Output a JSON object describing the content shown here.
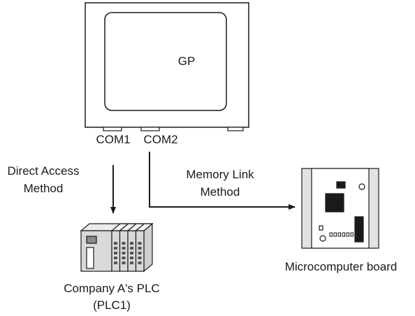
{
  "gp": {
    "label": "GP",
    "ports": {
      "com1": "COM1",
      "com2": "COM2"
    }
  },
  "connections": {
    "direct_access": {
      "line1": "Direct Access",
      "line2": "Method"
    },
    "memory_link": {
      "line1": "Memory Link",
      "line2": "Method"
    }
  },
  "devices": {
    "plc": {
      "line1": "Company A's PLC",
      "line2": "(PLC1)"
    },
    "microcomputer": {
      "label": "Microcomputer board"
    }
  },
  "colors": {
    "stroke": "#1a1a1a",
    "fill_gray": "#d9d9d9",
    "background": "#ffffff"
  }
}
